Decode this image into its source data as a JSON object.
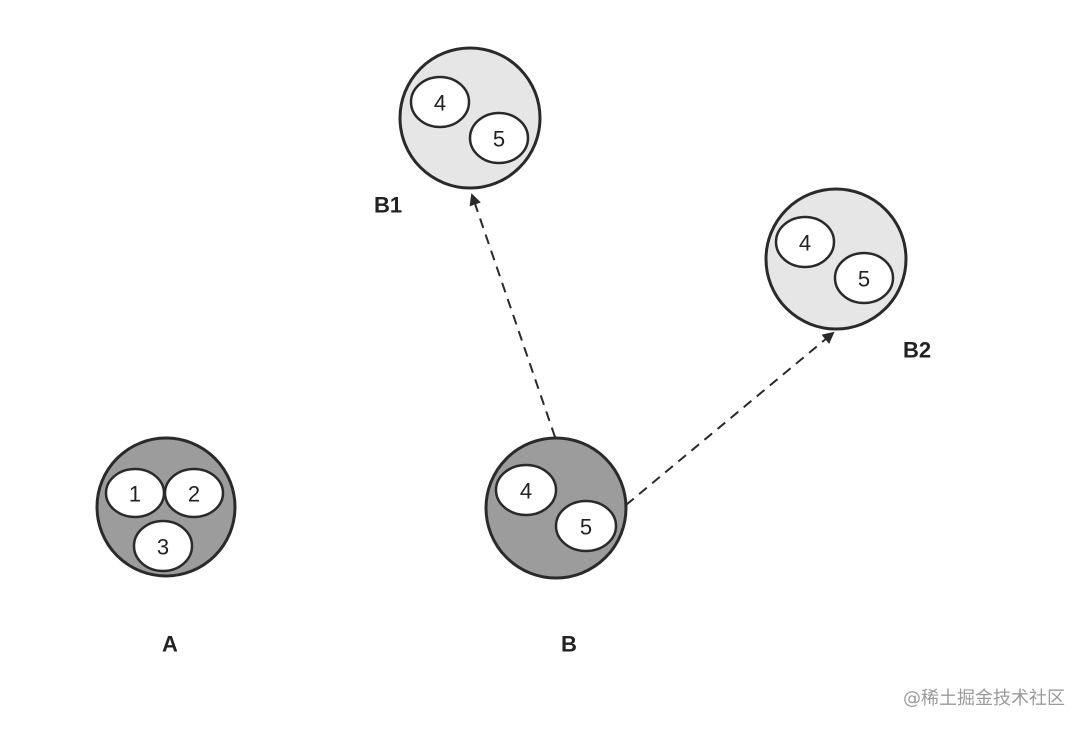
{
  "colors": {
    "dark_fill": "#9c9c9c",
    "light_fill": "#e6e6e6",
    "stroke": "#2a2a2a",
    "node_fill": "#ffffff"
  },
  "groups": {
    "a": {
      "label": "A",
      "items": [
        "1",
        "2",
        "3"
      ]
    },
    "b": {
      "label": "B",
      "items": [
        "4",
        "5"
      ]
    },
    "b1": {
      "label": "B1",
      "items": [
        "4",
        "5"
      ]
    },
    "b2": {
      "label": "B2",
      "items": [
        "4",
        "5"
      ]
    }
  },
  "edges": [
    {
      "from": "B",
      "to": "B1",
      "style": "dashed-arrow"
    },
    {
      "from": "B",
      "to": "B2",
      "style": "dashed-arrow"
    }
  ],
  "watermark": "@稀土掘金技术社区"
}
